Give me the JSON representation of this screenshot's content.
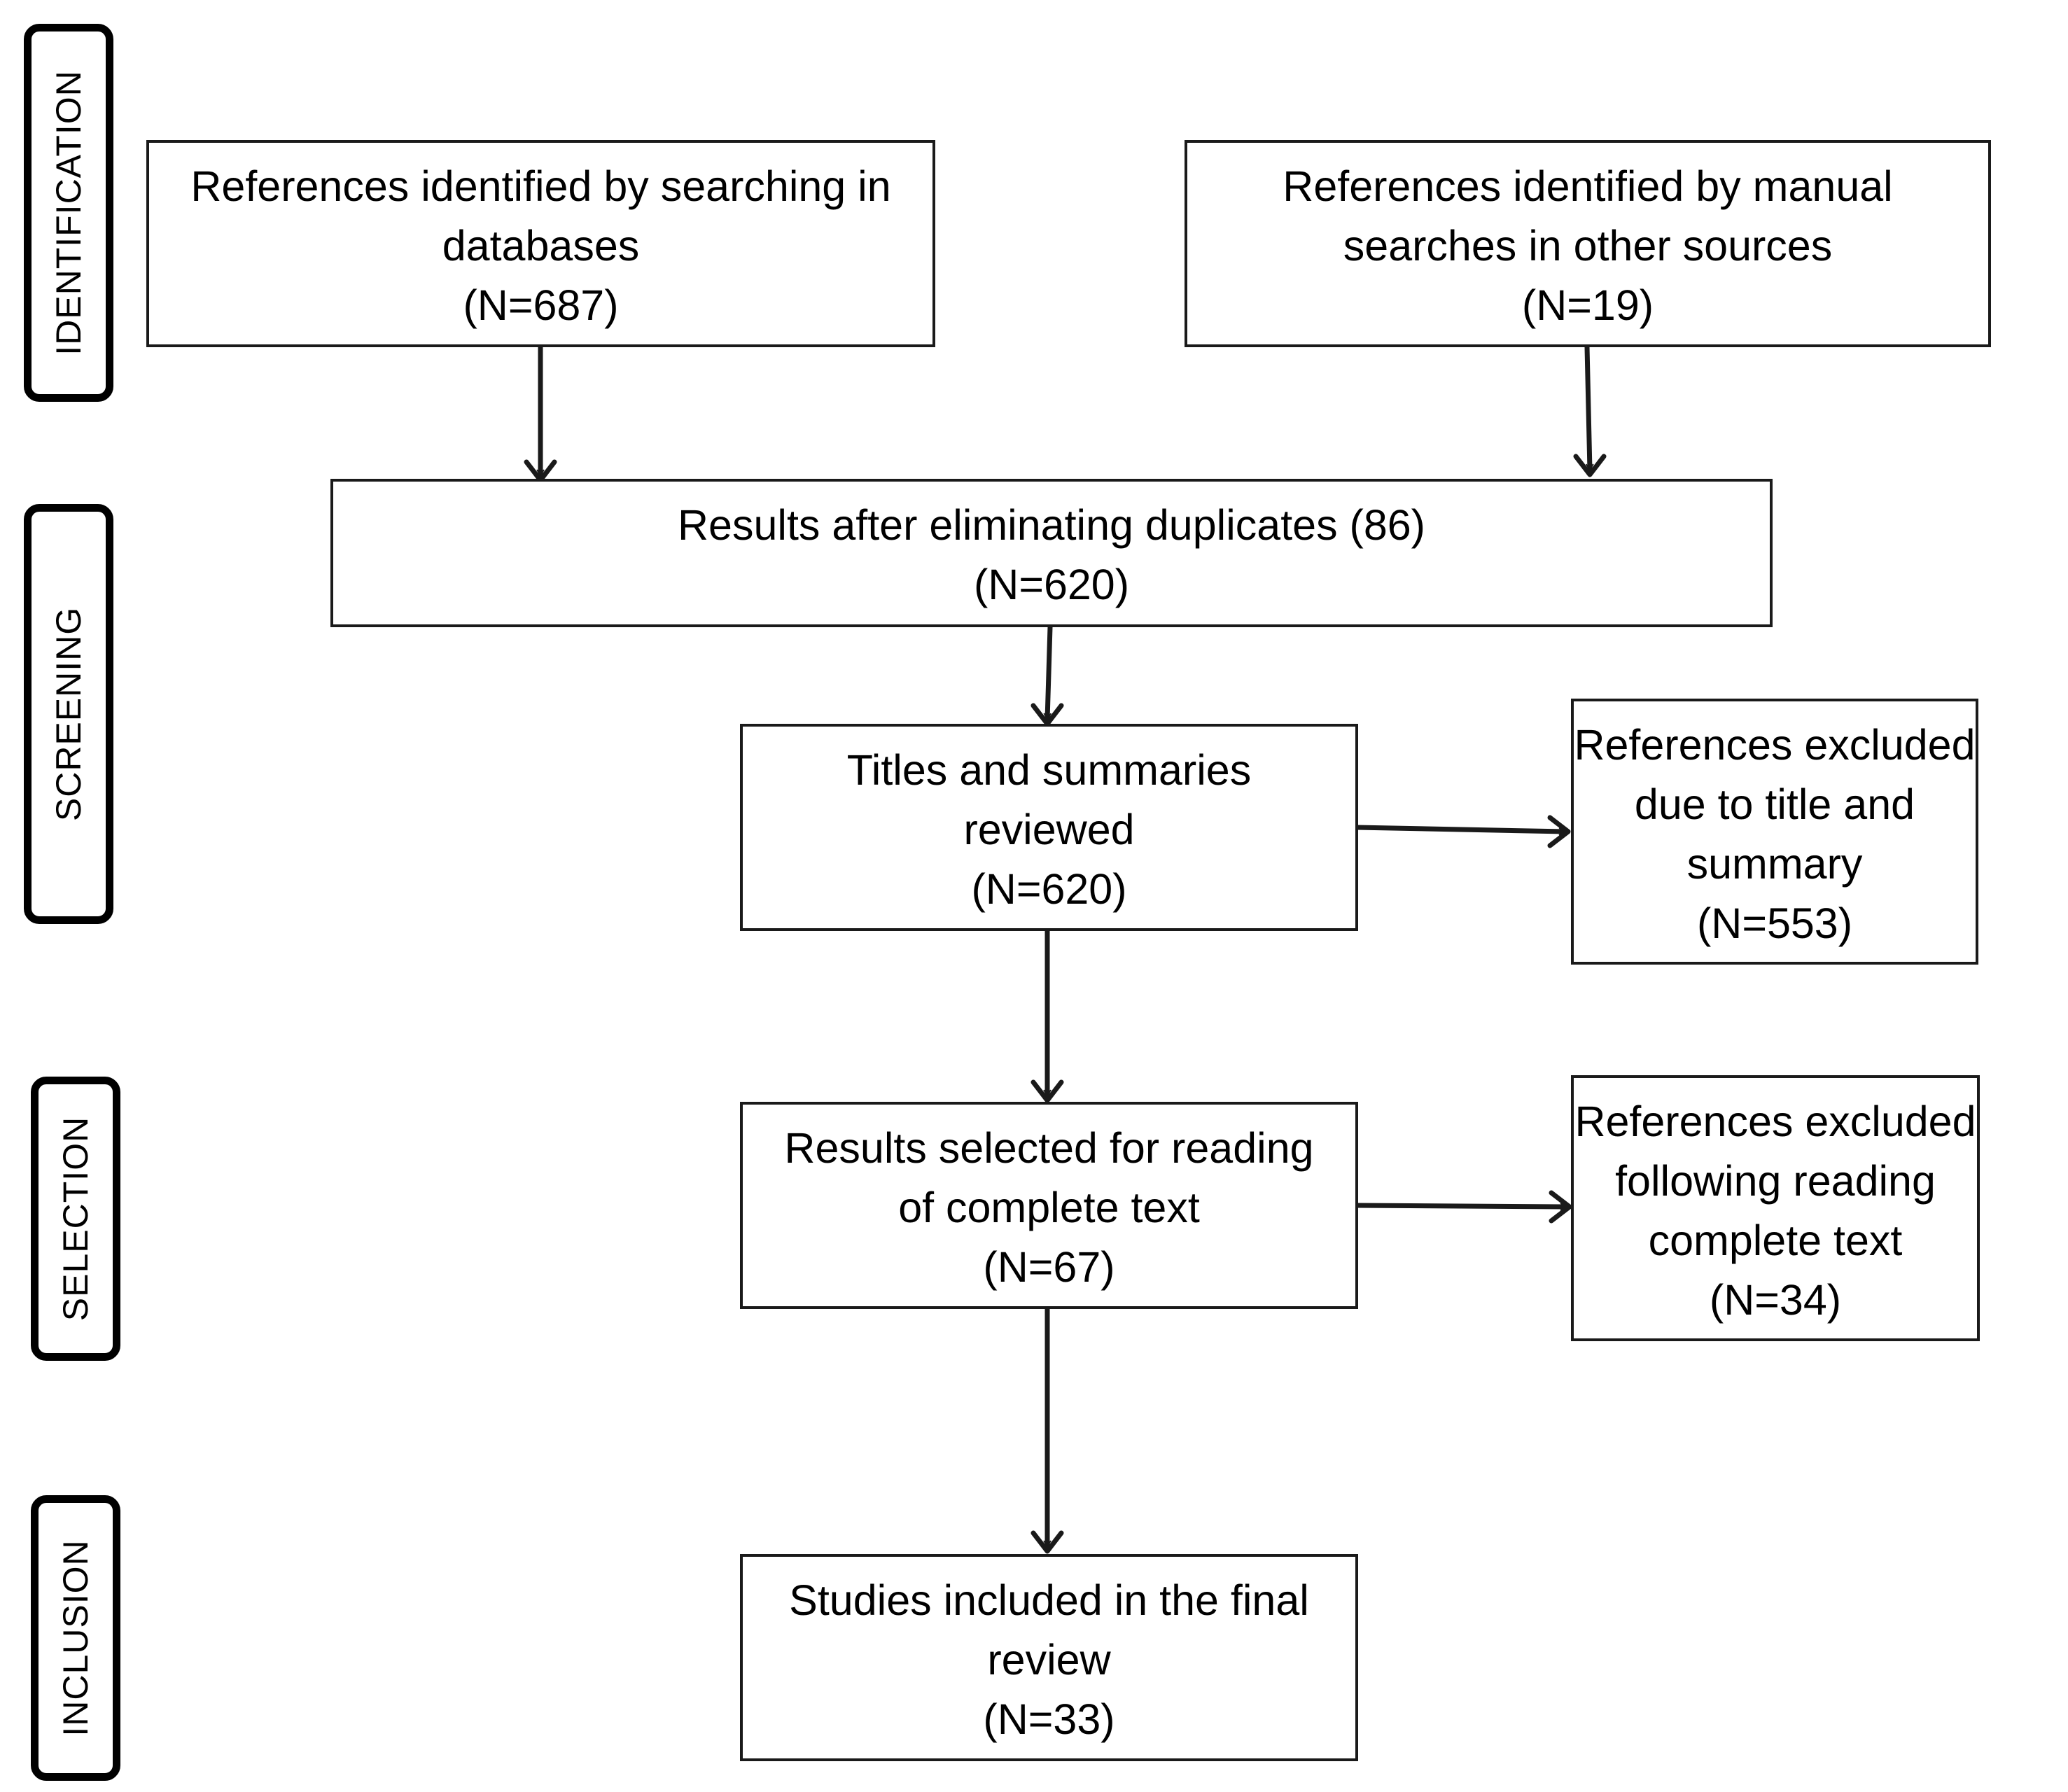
{
  "stages": [
    {
      "id": "identification",
      "label": "IDENTIFICATION"
    },
    {
      "id": "screening",
      "label": "SCREENING"
    },
    {
      "id": "selection",
      "label": "SELECTION"
    },
    {
      "id": "inclusion",
      "label": "INCLUSION"
    }
  ],
  "boxes": {
    "databases": {
      "lines": [
        "References identified by searching in",
        "databases",
        "(N=687)"
      ]
    },
    "manual": {
      "lines": [
        "References identified by manual",
        "searches in other sources",
        "(N=19)"
      ]
    },
    "duplicates": {
      "lines": [
        "Results after eliminating duplicates (86)",
        "(N=620)"
      ]
    },
    "titles": {
      "lines": [
        "Titles and summaries",
        "reviewed",
        "(N=620)"
      ]
    },
    "excluded_title": {
      "lines": [
        "References excluded",
        "due to title and",
        "summary",
        "(N=553)"
      ]
    },
    "fulltext": {
      "lines": [
        "Results selected for reading",
        "of complete text",
        "(N=67)"
      ]
    },
    "excluded_fulltext": {
      "lines": [
        "References excluded",
        "following reading",
        "complete text",
        "(N=34)"
      ]
    },
    "included": {
      "lines": [
        "Studies included in the final",
        "review",
        "(N=33)"
      ]
    }
  },
  "colors": {
    "stroke": "#1a1a1a",
    "background": "#ffffff"
  }
}
